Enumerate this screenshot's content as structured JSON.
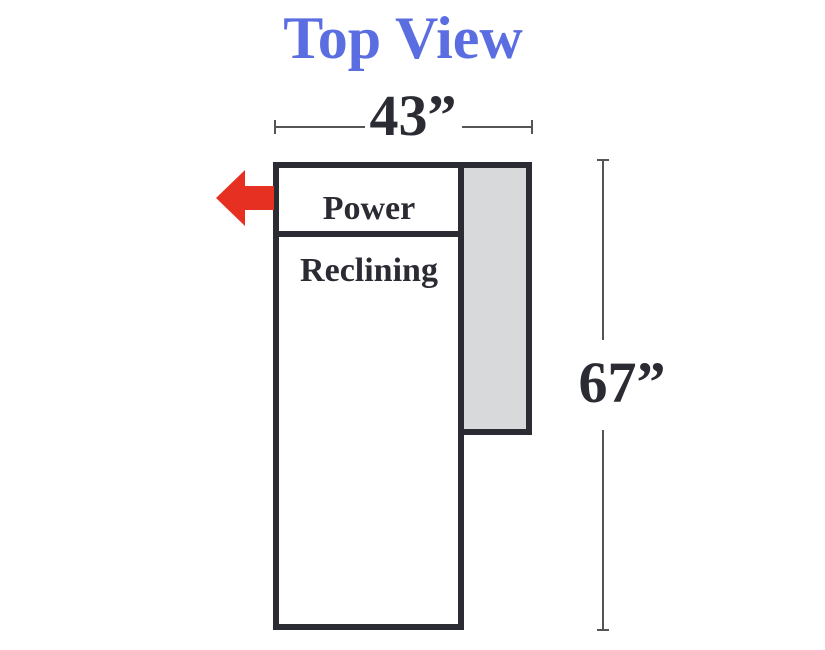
{
  "diagram": {
    "title": "Top View",
    "width_label": "43”",
    "height_label": "67”",
    "sections": {
      "power_label": "Power",
      "reclining_label": "Reclining"
    },
    "icons": {
      "recline_direction": "arrow-left-icon"
    },
    "colors": {
      "title": "#5b6ee1",
      "outline": "#2b2c33",
      "text": "#2b2c33",
      "arm_fill": "#d8d9da",
      "arrow": "#e63022",
      "dimension_line": "#555555"
    }
  }
}
